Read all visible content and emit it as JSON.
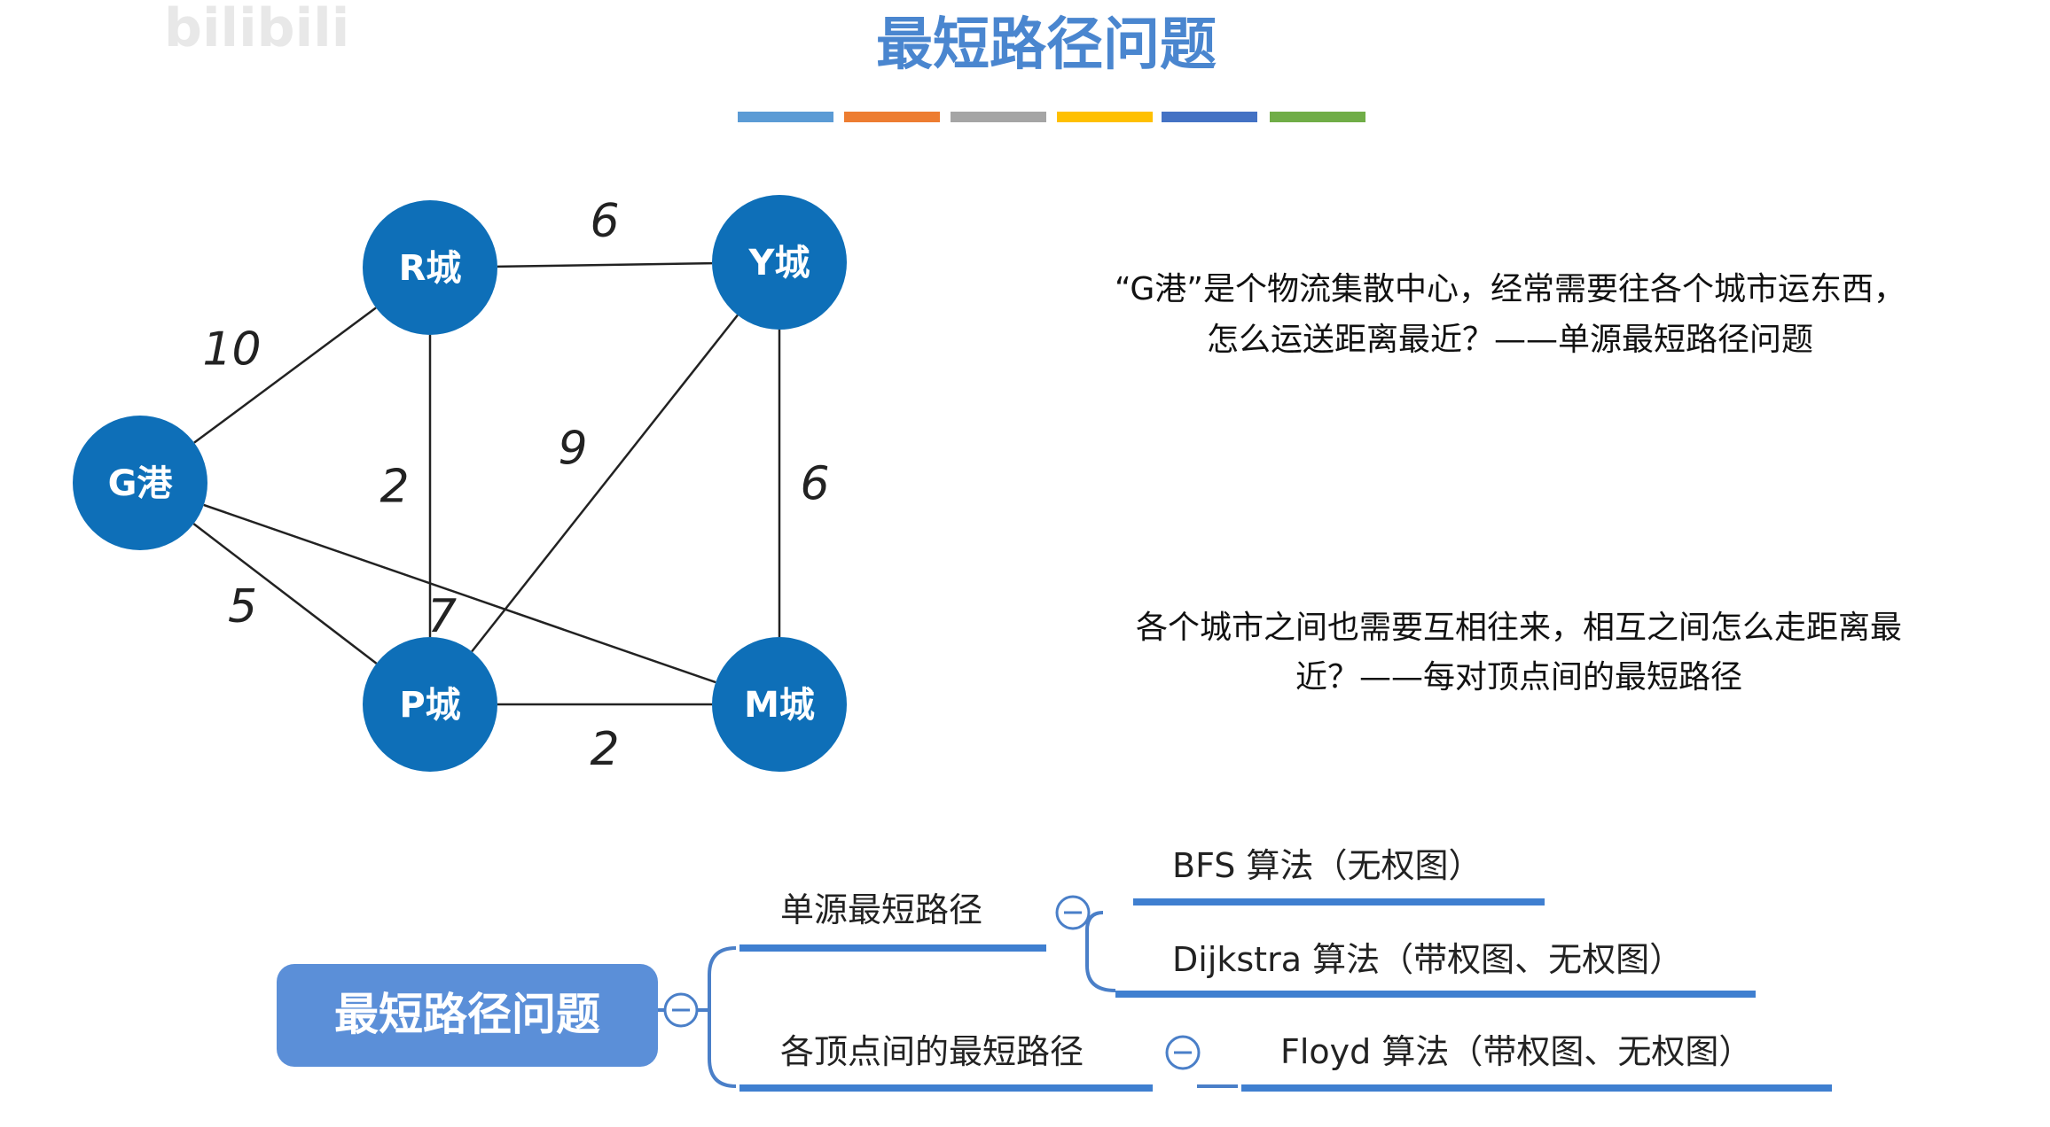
{
  "watermark": "bilibili",
  "title": "最短路径问题",
  "color_bar": [
    "#5b9bd5",
    "#ed7d31",
    "#a5a5a5",
    "#ffc000",
    "#4472c4",
    "#70ad47"
  ],
  "graph": {
    "node_color": "#0e6fb8",
    "nodes": {
      "G": "G港",
      "R": "R城",
      "Y": "Y城",
      "P": "P城",
      "M": "M城"
    },
    "edges": [
      {
        "from": "G",
        "to": "R",
        "weight": "10"
      },
      {
        "from": "R",
        "to": "Y",
        "weight": "6"
      },
      {
        "from": "R",
        "to": "P",
        "weight": "2"
      },
      {
        "from": "Y",
        "to": "P",
        "weight": "9"
      },
      {
        "from": "Y",
        "to": "M",
        "weight": "6"
      },
      {
        "from": "G",
        "to": "M",
        "weight": "7"
      },
      {
        "from": "G",
        "to": "P",
        "weight": "5"
      },
      {
        "from": "P",
        "to": "M",
        "weight": "2"
      }
    ]
  },
  "descriptions": {
    "single_source": [
      "“G港”是个物流集散中心，经常需要往各个城市运东西，",
      "怎么运送距离最近？——单源最短路径问题"
    ],
    "all_pairs": [
      "各个城市之间也需要互相往来，相互之间怎么走距离最",
      "近？——每对顶点间的最短路径"
    ]
  },
  "mindmap": {
    "root": "最短路径问题",
    "root_color": "#5b8fd8",
    "line_color": "#4a7fc8",
    "branches": [
      {
        "label": "单源最短路径",
        "children": [
          "BFS 算法（无权图）",
          "Dijkstra 算法（带权图、无权图）"
        ]
      },
      {
        "label": "各顶点间的最短路径",
        "children": [
          "Floyd 算法（带权图、无权图）"
        ]
      }
    ]
  }
}
